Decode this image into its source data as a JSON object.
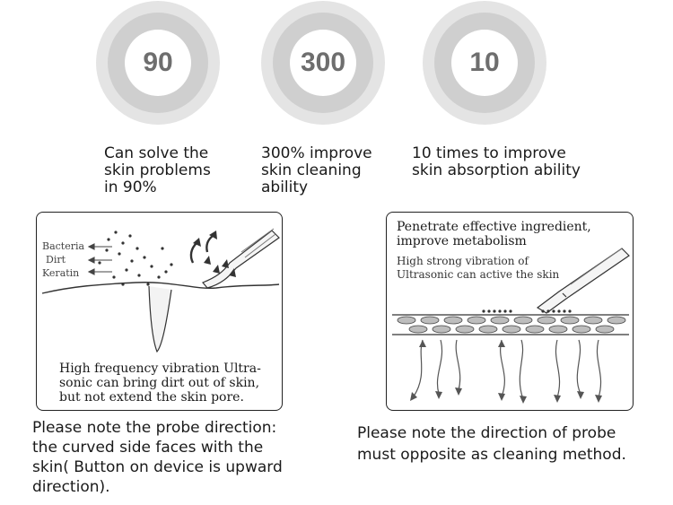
{
  "stats": [
    {
      "value": "90",
      "caption": [
        "Can solve the",
        "skin problems",
        "in 90%"
      ]
    },
    {
      "value": "300",
      "caption": [
        "300% improve",
        "skin cleaning",
        "ability"
      ]
    },
    {
      "value": "10",
      "caption": [
        "10 times to improve",
        "skin absorption ability"
      ]
    }
  ],
  "left_panel": {
    "labels": [
      "Bacteria",
      "Dirt",
      "Keratin"
    ],
    "description": [
      "High frequency vibration Ultra-",
      "sonic can bring dirt out of skin,",
      "but not extend the skin pore."
    ]
  },
  "right_panel": {
    "title": [
      "Penetrate effective ingredient,",
      "improve metabolism"
    ],
    "subtitle": [
      "High strong vibration of",
      "Ultrasonic can active the skin"
    ]
  },
  "notes": {
    "left": [
      "Please note the probe direction:",
      "the curved side faces with the",
      "skin( Button on device is upward",
      "direction)."
    ],
    "right": [
      "Please note the direction of probe",
      "must opposite as cleaning method."
    ]
  },
  "colors": {
    "ring_outer": "#e6e6e6",
    "ring_mid": "#c9c9c9",
    "number": "#6e6e6e"
  }
}
